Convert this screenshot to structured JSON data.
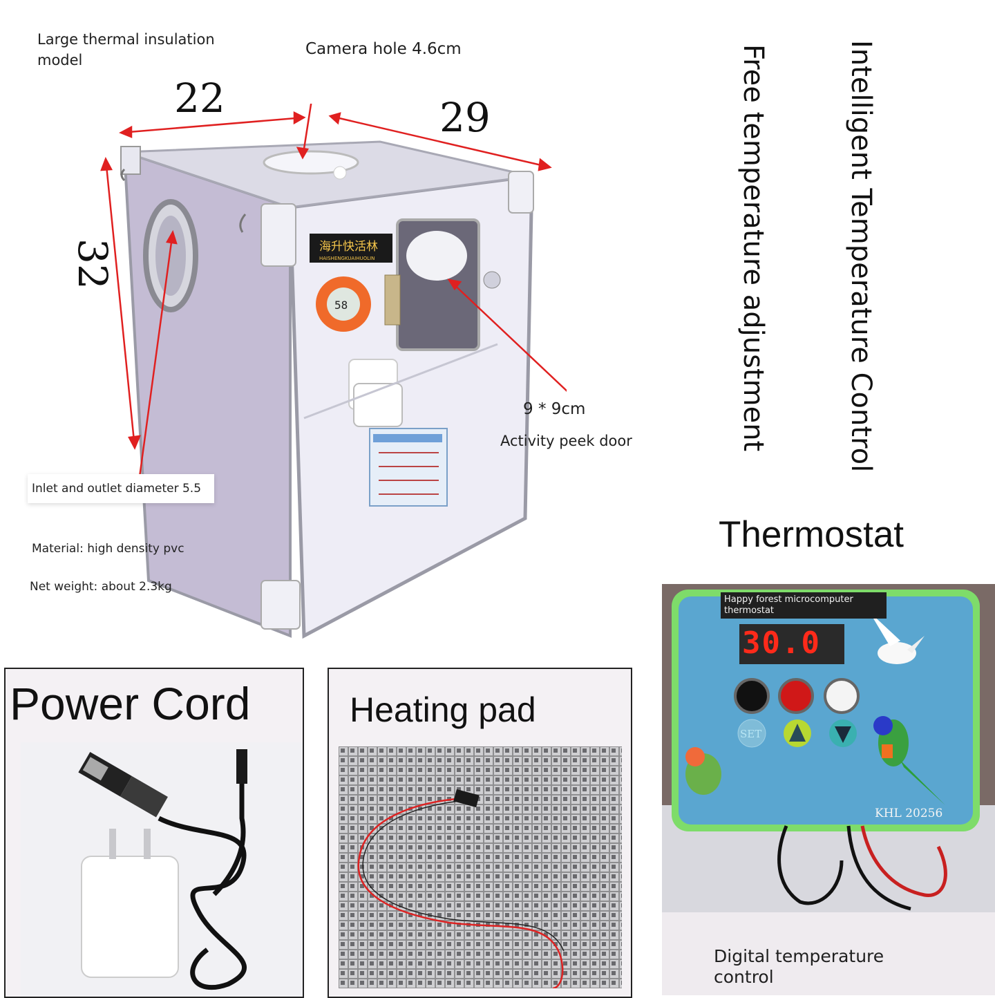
{
  "header": {
    "model_line1": "Large thermal insulation",
    "model_line2": "model",
    "camera_hole": "Camera hole 4.6cm"
  },
  "dimensions": {
    "width": "22",
    "depth": "29",
    "height": "32"
  },
  "features": {
    "vertical_right": "Intelligent Temperature Control",
    "vertical_left": "Free temperature adjustment"
  },
  "callouts": {
    "door_size": "9 * 9cm",
    "door_label": "Activity peek door",
    "inlet": "Inlet and outlet diameter 5.5",
    "material": "Material: high density pvc",
    "weight": "Net weight: about 2.3kg"
  },
  "box_logo": {
    "brand_cn": "海升快活林",
    "brand_pinyin": "HAISHENGKUAIHUOLIN"
  },
  "thermostat": {
    "heading": "Thermostat",
    "device_label": "Happy forest microcomputer thermostat",
    "display": "30.0",
    "button_set": "SET",
    "model": "KHL  20256",
    "caption_line1": "Digital temperature",
    "caption_line2": "control"
  },
  "power_cord": {
    "title": "Power Cord"
  },
  "heating_pad": {
    "title": "Heating pad"
  },
  "colors": {
    "arrow": "#e02020",
    "box_face": "#eeedf6",
    "box_side": "#bfb6cf",
    "thermo_board": "#5aa6d0",
    "thermo_frame": "#7edc6a",
    "led": "#ff2a1a"
  }
}
